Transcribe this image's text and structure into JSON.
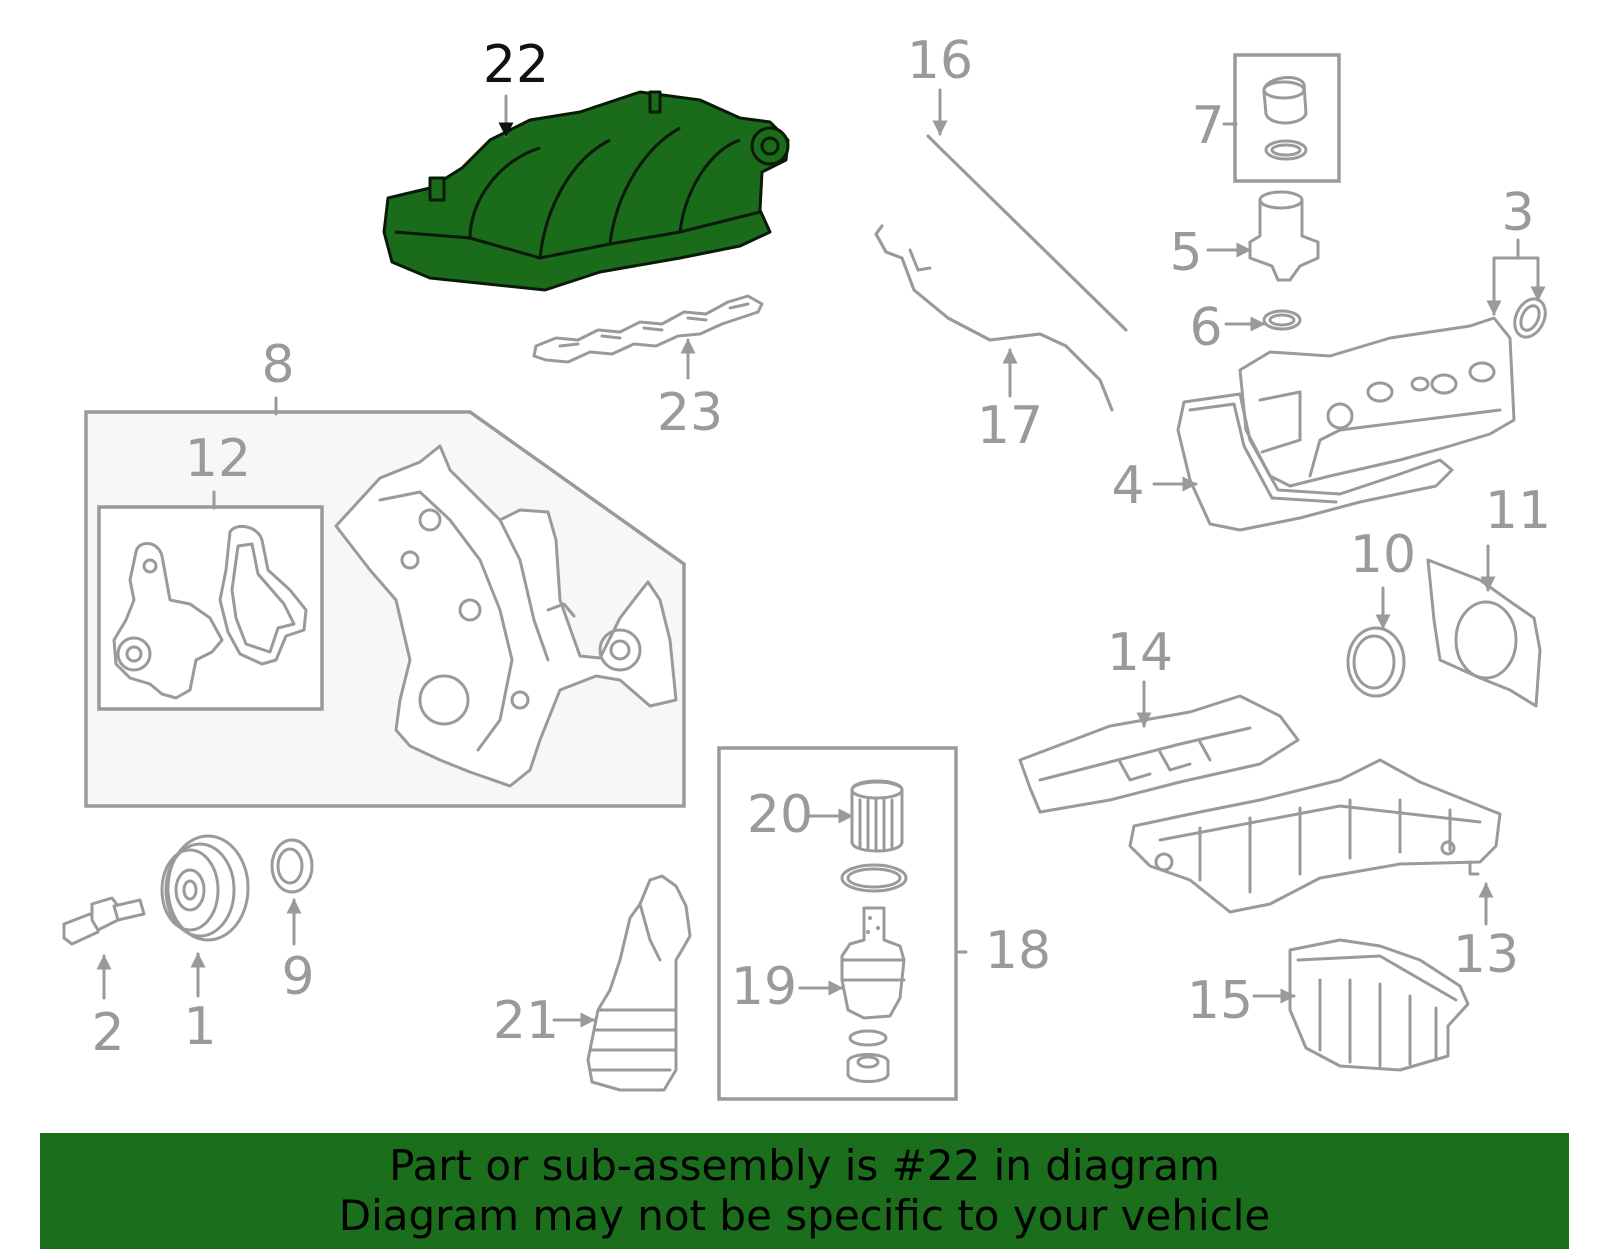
{
  "highlight": {
    "part_number": "22",
    "color": "#1b6e1b"
  },
  "callouts": {
    "c1": "1",
    "c2": "2",
    "c3": "3",
    "c4": "4",
    "c5": "5",
    "c6": "6",
    "c7": "7",
    "c8": "8",
    "c9": "9",
    "c10": "10",
    "c11": "11",
    "c12": "12",
    "c13": "13",
    "c14": "14",
    "c15": "15",
    "c16": "16",
    "c17": "17",
    "c18": "18",
    "c19": "19",
    "c20": "20",
    "c21": "21",
    "c22": "22",
    "c23": "23"
  },
  "banner": {
    "line1": "Part or sub-assembly is #22 in diagram",
    "line2": "Diagram may not be specific to your vehicle"
  }
}
